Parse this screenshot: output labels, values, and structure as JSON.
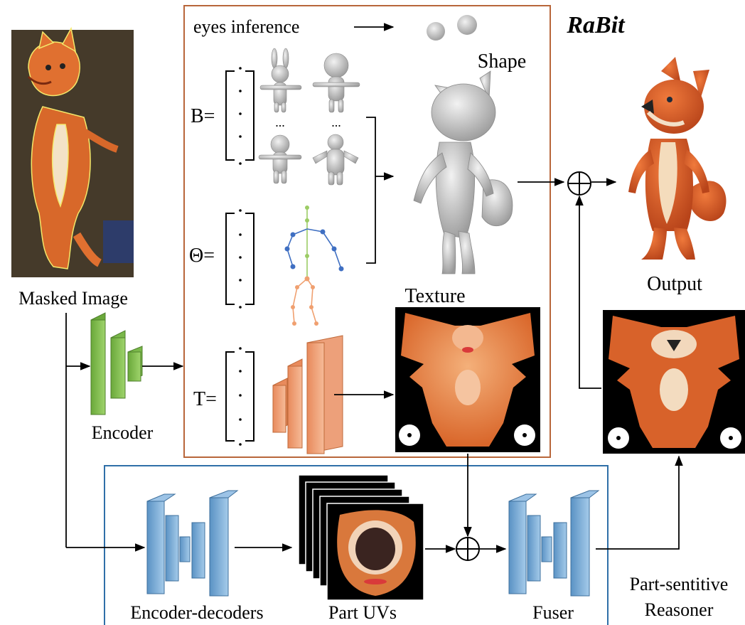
{
  "title": "RaBit",
  "labels": {
    "masked_image": "Masked Image",
    "encoder": "Encoder",
    "eyes_inference": "eyes inference",
    "shape": "Shape",
    "texture": "Texture",
    "output": "Output",
    "encoder_decoders": "Encoder-decoders",
    "part_uvs": "Part UVs",
    "fuser": "Fuser",
    "reasoner_line1": "Part-sentitive",
    "reasoner_line2": "Reasoner"
  },
  "params": {
    "beta": "B=",
    "theta": "Θ=",
    "tau": "T="
  },
  "ellipsis": "...",
  "colors": {
    "rabit_box": "#b8663a",
    "reasoner_box": "#2f6fa8",
    "encoder_green": "#8cc65a",
    "decoder_orange": "#f2a882",
    "unet_blue": "#7fb2de",
    "fox_orange": "#e3652a",
    "skeleton_green": "#9ccc65",
    "skeleton_blue": "#3f6fc2",
    "skeleton_orange": "#f0a070"
  }
}
